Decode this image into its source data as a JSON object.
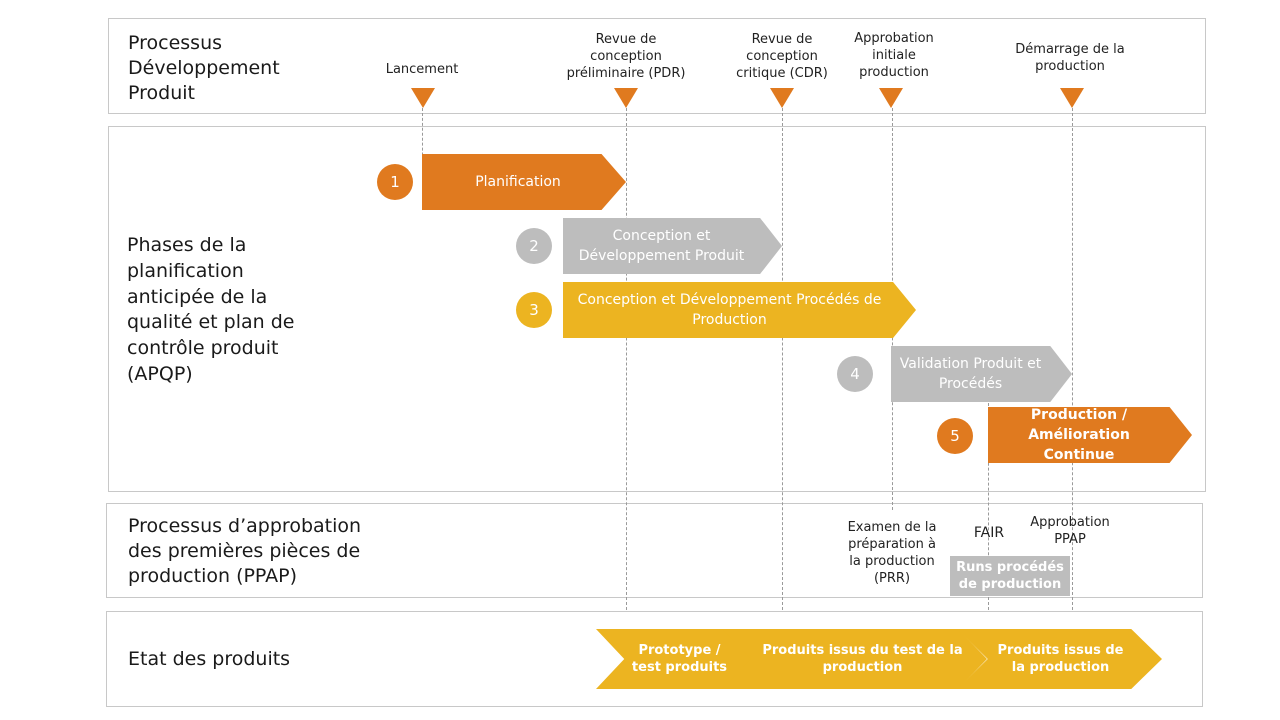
{
  "sections": {
    "pdp_title": "Processus Développement Produit",
    "apqp_title": "Phases de la planification anticipée de la qualité et plan de contrôle produit (APQP)",
    "ppap_title": "Processus d’approbation des premières pièces de production (PPAP)",
    "etat_title": "Etat des produits"
  },
  "milestones": [
    {
      "id": "lancement",
      "label": "Lancement"
    },
    {
      "id": "pdr",
      "label": "Revue de conception préliminaire (PDR)"
    },
    {
      "id": "cdr",
      "label": "Revue de conception critique (CDR)"
    },
    {
      "id": "approbation",
      "label": "Approbation initiale production"
    },
    {
      "id": "demarrage",
      "label": "Démarrage de la production"
    }
  ],
  "phases": [
    {
      "number": "1",
      "label": "Planification",
      "color": "#e07a1f"
    },
    {
      "number": "2",
      "label": "Conception et Développement Produit",
      "color": "#bdbdbd"
    },
    {
      "number": "3",
      "label": "Conception et Développement Procédés de Production",
      "color": "#ecb421"
    },
    {
      "number": "4",
      "label": "Validation Produit et Procédés",
      "color": "#bdbdbd"
    },
    {
      "number": "5",
      "label": "Production / Amélioration Continue",
      "color": "#e07a1f"
    }
  ],
  "ppap": {
    "prr": "Examen de la préparation à la production (PRR)",
    "fair": "FAIR",
    "ppap_approval": "Approbation PPAP",
    "runs": "Runs procédés de production"
  },
  "products": [
    {
      "label": "Prototype / test produits"
    },
    {
      "label": "Produits issus du test de la production"
    },
    {
      "label": "Produits issus de la production"
    }
  ],
  "colors": {
    "orange": "#e07a1f",
    "gray": "#bdbdbd",
    "gold": "#ecb421",
    "border": "#c8c8c8"
  }
}
